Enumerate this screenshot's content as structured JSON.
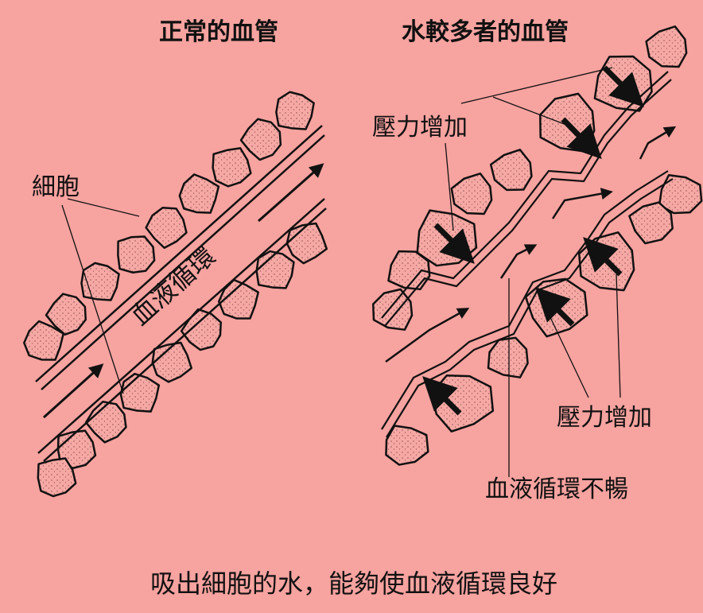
{
  "panels": {
    "normal": {
      "title": "正常的血管",
      "cells_label": "細胞",
      "flow_label": "血液循環"
    },
    "excess": {
      "title": "水較多者的血管",
      "pressure_label_top": "壓力增加",
      "pressure_label_bottom": "壓力增加",
      "flow_blocked_label": "血液循環不暢"
    }
  },
  "caption": "吸出細胞的水，能夠使血液循環良好",
  "colors": {
    "background": "#f7a3a0",
    "cell_fill": "#f5a8a4",
    "ink": "#111111"
  }
}
